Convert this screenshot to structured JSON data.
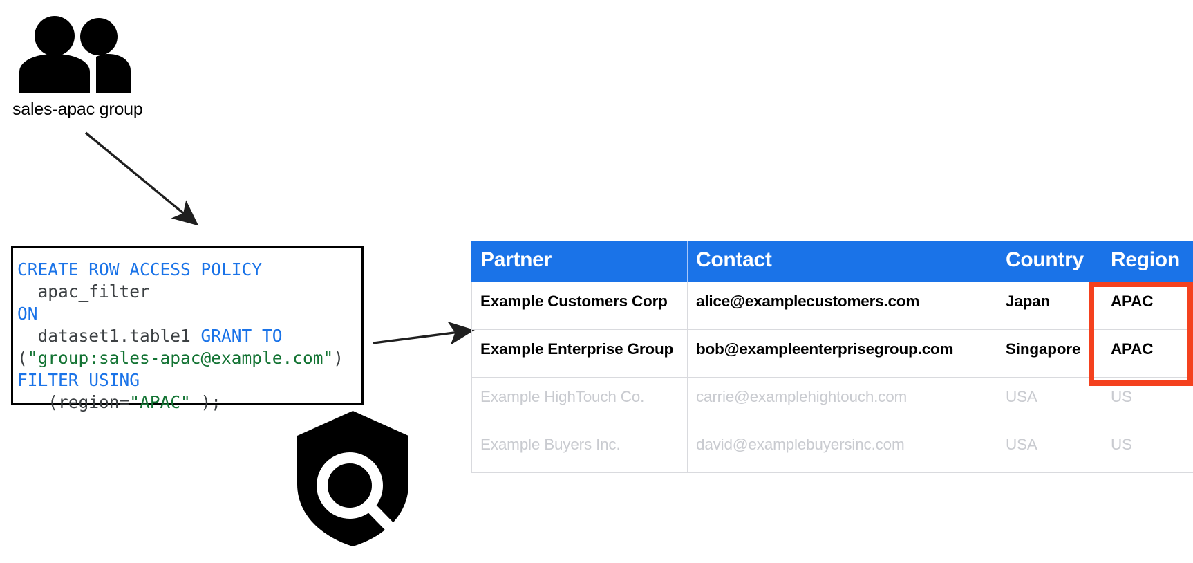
{
  "group": {
    "icon": "people-group-icon",
    "label": "sales-apac group"
  },
  "policy_code": {
    "lines": [
      {
        "tokens": [
          {
            "t": "CREATE ROW ACCESS POLICY",
            "c": "kw"
          }
        ]
      },
      {
        "tokens": [
          {
            "t": "  apac_filter",
            "c": "pln"
          }
        ]
      },
      {
        "tokens": [
          {
            "t": "ON",
            "c": "kw"
          }
        ]
      },
      {
        "tokens": [
          {
            "t": "  dataset1.table1 ",
            "c": "pln"
          },
          {
            "t": "GRANT TO",
            "c": "kw"
          }
        ]
      },
      {
        "tokens": [
          {
            "t": "(",
            "c": "pln"
          },
          {
            "t": "\"group:sales-apac@example.com\"",
            "c": "str"
          },
          {
            "t": ")",
            "c": "pln"
          }
        ]
      },
      {
        "tokens": [
          {
            "t": "FILTER USING",
            "c": "kw"
          }
        ]
      },
      {
        "tokens": [
          {
            "t": "   (region=",
            "c": "pln"
          },
          {
            "t": "\"APAC\"",
            "c": "str"
          },
          {
            "t": " );",
            "c": "pln"
          }
        ]
      }
    ],
    "plain_text": "CREATE ROW ACCESS POLICY\n  apac_filter\nON\n  dataset1.table1 GRANT TO\n(\"group:sales-apac@example.com\")\nFILTER USING\n   (region=\"APAC\" );"
  },
  "shield": {
    "icon": "shield-search-icon"
  },
  "table": {
    "columns": [
      {
        "key": "partner",
        "label": "Partner"
      },
      {
        "key": "contact",
        "label": "Contact"
      },
      {
        "key": "country",
        "label": "Country"
      },
      {
        "key": "region",
        "label": "Region"
      }
    ],
    "rows": [
      {
        "state": "granted",
        "partner": "Example Customers Corp",
        "contact": "alice@examplecustomers.com",
        "country": "Japan",
        "region": "APAC"
      },
      {
        "state": "granted",
        "partner": "Example Enterprise Group",
        "contact": "bob@exampleenterprisegroup.com",
        "country": "Singapore",
        "region": "APAC"
      },
      {
        "state": "filtered",
        "partner": "Example HighTouch Co.",
        "contact": "carrie@examplehightouch.com",
        "country": "USA",
        "region": "US"
      },
      {
        "state": "filtered",
        "partner": "Example Buyers Inc.",
        "contact": "david@examplebuyersinc.com",
        "country": "USA",
        "region": "US"
      }
    ]
  },
  "colors": {
    "header_blue": "#1a73e8",
    "highlight_red": "#f4411e",
    "keyword_blue": "#1a73e8",
    "string_green": "#137333",
    "filtered_grey": "#c9cbd0",
    "code_text": "#3c4043",
    "border_grey": "#d9dade"
  }
}
